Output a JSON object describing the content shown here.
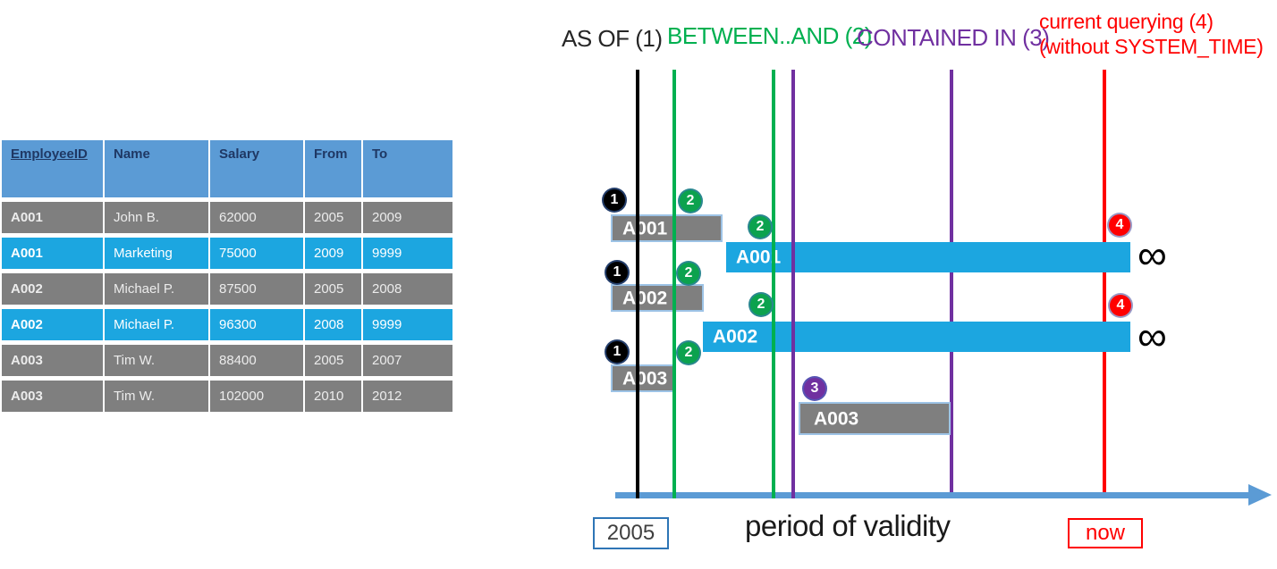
{
  "legend": {
    "as_of": "AS OF (1)",
    "between_and": "BETWEEN..AND (2)",
    "contained_in": "CONTAINED IN (3)",
    "current_querying_line1": "current querying (4)",
    "current_querying_line2": "(without SYSTEM_TIME)"
  },
  "table": {
    "headers": [
      "EmployeeID",
      "Name",
      "Salary",
      "From",
      "To"
    ],
    "rows": [
      {
        "cells": [
          "A001",
          "John  B.",
          "62000",
          "2005",
          "2009"
        ]
      },
      {
        "cells": [
          "A001",
          "Marketing",
          "75000",
          "2009",
          "9999"
        ]
      },
      {
        "cells": [
          "A002",
          "Michael P.",
          "87500",
          "2005",
          "2008"
        ]
      },
      {
        "cells": [
          "A002",
          "Michael P.",
          "96300",
          "2008",
          "9999"
        ]
      },
      {
        "cells": [
          "A003",
          "Tim W.",
          "88400",
          "2005",
          "2007"
        ]
      },
      {
        "cells": [
          "A003",
          "Tim W.",
          "102000",
          "2010",
          "2012"
        ]
      }
    ]
  },
  "timeline": {
    "bars": [
      "A001",
      "A001",
      "A002",
      "A002",
      "A003",
      "A003"
    ],
    "badges": [
      "1",
      "2",
      "2",
      "1",
      "2",
      "2",
      "1",
      "2",
      "3",
      "4",
      "4"
    ],
    "infinity": "∞",
    "start_year": "2005",
    "axis_title": "period of validity",
    "now_label": "now"
  },
  "colors": {
    "header_blue": "#5B9BD5",
    "row_gray": "#7F7F7F",
    "row_cyan": "#1CA6E0",
    "line_black": "#000000",
    "line_green": "#00B050",
    "line_purple": "#7030A0",
    "line_red": "#FF0000",
    "axis_blue": "#5B9BD5",
    "gray_bar_border": "#9DC3E6"
  }
}
